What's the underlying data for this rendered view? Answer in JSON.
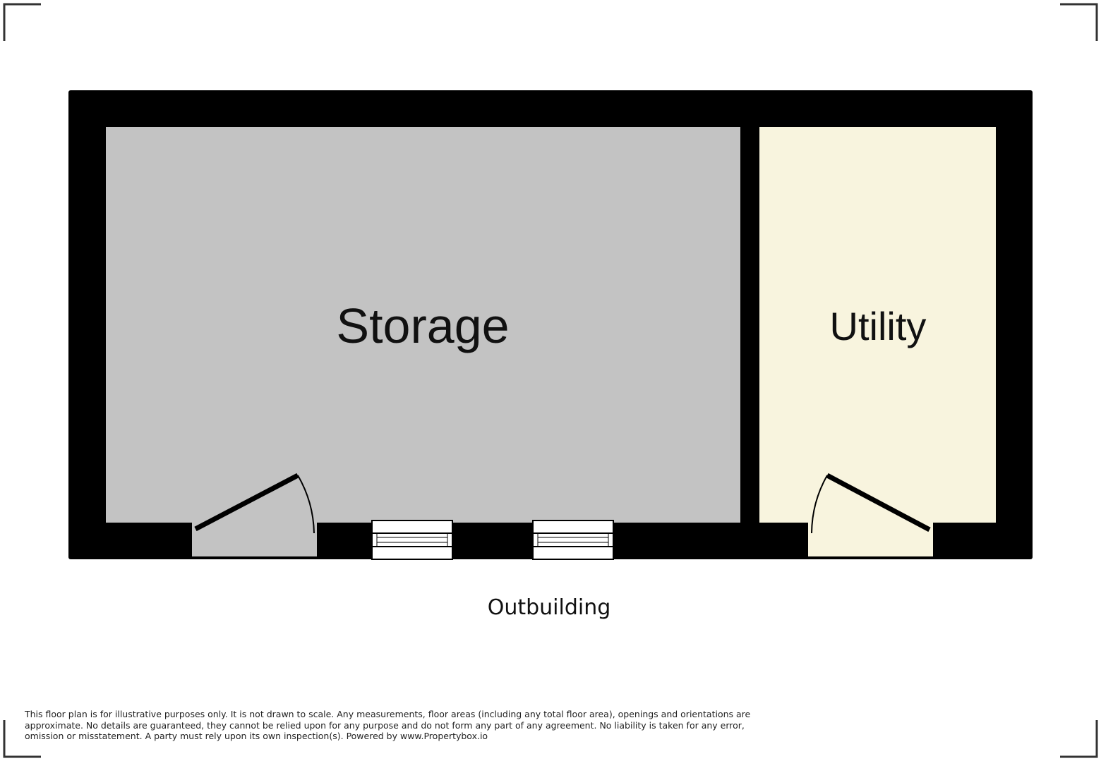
{
  "colors": {
    "wall": "#000000",
    "storage_fill": "#c3c3c3",
    "utility_fill": "#f8f4de",
    "corner_marks": "#333333",
    "text": "#111111"
  },
  "rooms": {
    "storage": {
      "label": "Storage"
    },
    "utility": {
      "label": "Utility"
    }
  },
  "building": {
    "label": "Outbuilding"
  },
  "disclaimer": {
    "lines": [
      "This floor plan is for illustrative purposes only. It is not drawn to scale. Any measurements, floor areas (including any total floor area), openings and orientations are",
      "approximate. No details are guaranteed, they cannot be relied upon for any purpose and do not form any part of any agreement. No liability is taken for any error,",
      "omission or misstatement. A party must rely upon its own inspection(s). Powered by www.Propertybox.io"
    ]
  }
}
